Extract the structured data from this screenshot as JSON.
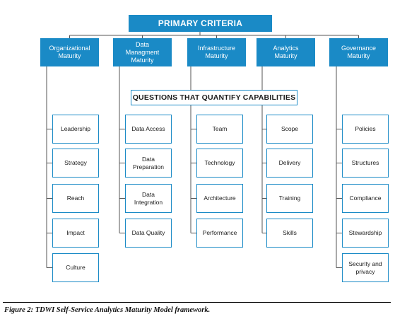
{
  "primary_criteria": "PRIMARY CRITERIA",
  "questions_header": "QUESTIONS THAT QUANTIFY CAPABILITIES",
  "colors": {
    "accent": "#1a8ac6",
    "connector": "#555555",
    "text_dark": "#1a1a1a",
    "text_light": "#ffffff"
  },
  "pillars": [
    {
      "label": "Organizational\nMaturity",
      "children": [
        "Leadership",
        "Strategy",
        "Reach",
        "Impact",
        "Culture"
      ]
    },
    {
      "label": "Data\nManagment\nMaturity",
      "children": [
        "Data Access",
        "Data\nPreparation",
        "Data\nIntegration",
        "Data Quality"
      ]
    },
    {
      "label": "Infrastructure\nMaturity",
      "children": [
        "Team",
        "Technology",
        "Architecture",
        "Performance"
      ]
    },
    {
      "label": "Analytics\nMaturity",
      "children": [
        "Scope",
        "Delivery",
        "Training",
        "Skills"
      ]
    },
    {
      "label": "Governance\nMaturity",
      "children": [
        "Policies",
        "Structures",
        "Compliance",
        "Stewardship",
        "Security and\nprivacy"
      ]
    }
  ],
  "caption": "Figure 2: TDWI Self-Service Analytics Maturity Model framework."
}
